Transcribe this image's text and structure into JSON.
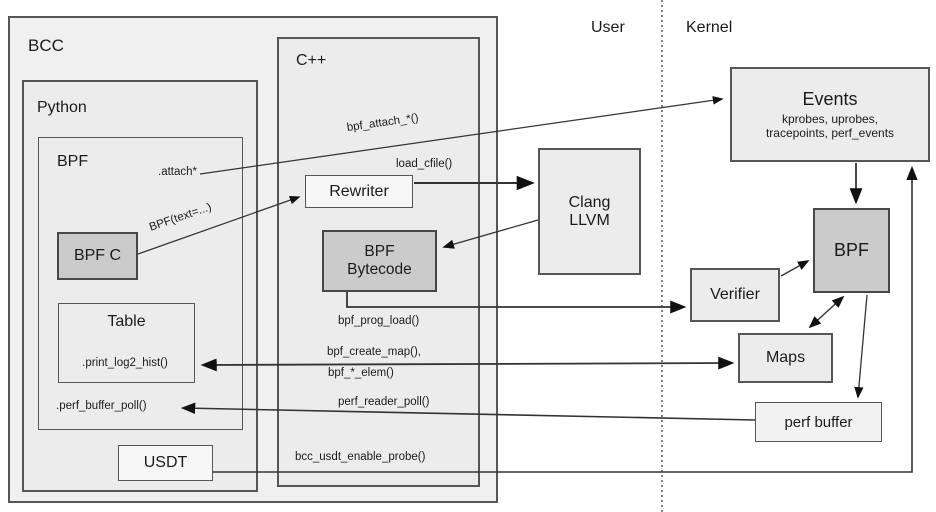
{
  "diagram": {
    "regions": {
      "user_label": "User",
      "kernel_label": "Kernel"
    },
    "containers": {
      "bcc_label": "BCC",
      "python_label": "Python",
      "bpf_module_label": "BPF",
      "cpp_label": "C++"
    },
    "nodes": {
      "bpf_c": "BPF C",
      "table_title": "Table",
      "table_method": ".print_log2_hist()",
      "perf_buffer_poll_method": ".perf_buffer_poll()",
      "attach_method": ".attach*",
      "usdt": "USDT",
      "rewriter": "Rewriter",
      "bytecode_line1": "BPF",
      "bytecode_line2": "Bytecode",
      "clang_line1": "Clang",
      "clang_line2": "LLVM",
      "events_title": "Events",
      "events_sub1": "kprobes, uprobes,",
      "events_sub2": "tracepoints, perf_events",
      "kernel_bpf": "BPF",
      "verifier": "Verifier",
      "maps": "Maps",
      "perf_buffer": "perf buffer"
    },
    "edge_labels": {
      "bpf_attach": "bpf_attach_*()",
      "load_cfile": "load_cfile()",
      "bpf_text": "BPF(text=...)",
      "bpf_prog_load": "bpf_prog_load()",
      "bpf_create_map": "bpf_create_map(),",
      "bpf_elem": "bpf_*_elem()",
      "perf_reader_poll": "perf_reader_poll()",
      "bcc_usdt_enable_probe": "bcc_usdt_enable_probe()"
    },
    "colors": {
      "container_fill": "#ececec",
      "dark_node_fill": "#cbcbcb",
      "light_node_fill": "#f6f6f6",
      "border": "#565656",
      "line": "#333333",
      "text": "#1b1b1b"
    }
  }
}
